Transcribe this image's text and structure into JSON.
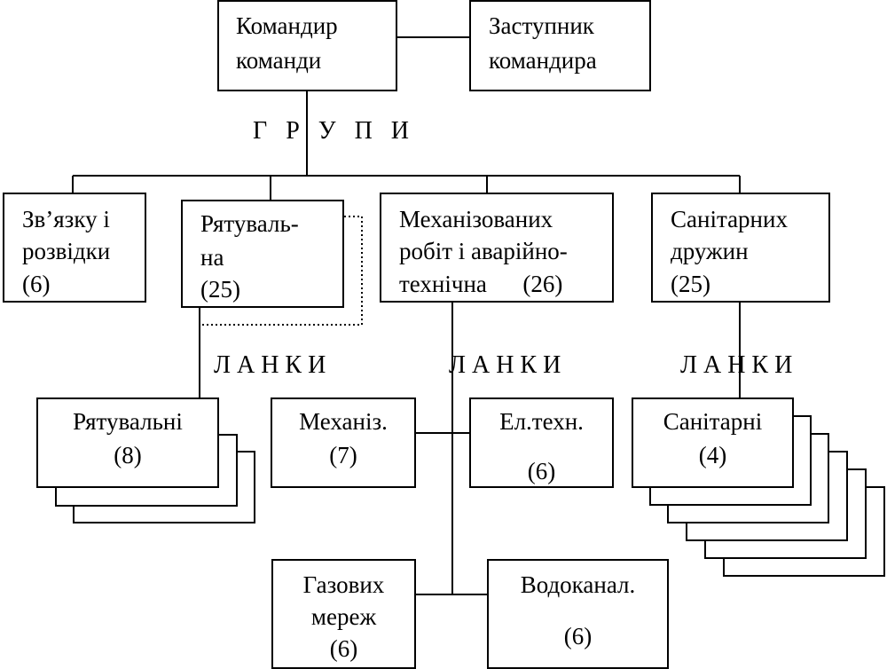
{
  "commander": {
    "line1": "Командир",
    "line2": "команди"
  },
  "deputy": {
    "line1": "Заступник",
    "line2": "командира"
  },
  "groups_label": "Г   Р   У   П   И",
  "groups": {
    "comms": {
      "line1": "Зв’язку і",
      "line2": "розвідки",
      "count": "(6)"
    },
    "rescue": {
      "line1": "Рятуваль-",
      "line2": "на",
      "count": "(25)"
    },
    "mech": {
      "line1": "Механізованих",
      "line2": "робіт і аварійно-",
      "line3": "технічна      (26)"
    },
    "sanitary": {
      "line1": "Санітарних",
      "line2": "дружин",
      "count": "(25)"
    }
  },
  "links_label": "Л А Н К И",
  "units": {
    "rescue": {
      "name": "Рятувальні",
      "count": "(8)"
    },
    "mech": {
      "name": "Механіз.",
      "count": "(7)"
    },
    "electro": {
      "name": "Ел.техн.",
      "count": "(6)"
    },
    "sanitary": {
      "name": "Санітарні",
      "count": "(4)"
    },
    "gas": {
      "line1": "Газових",
      "line2": "мереж",
      "count": "(6)"
    },
    "water": {
      "name": "Водоканал.",
      "count": "(6)"
    }
  }
}
